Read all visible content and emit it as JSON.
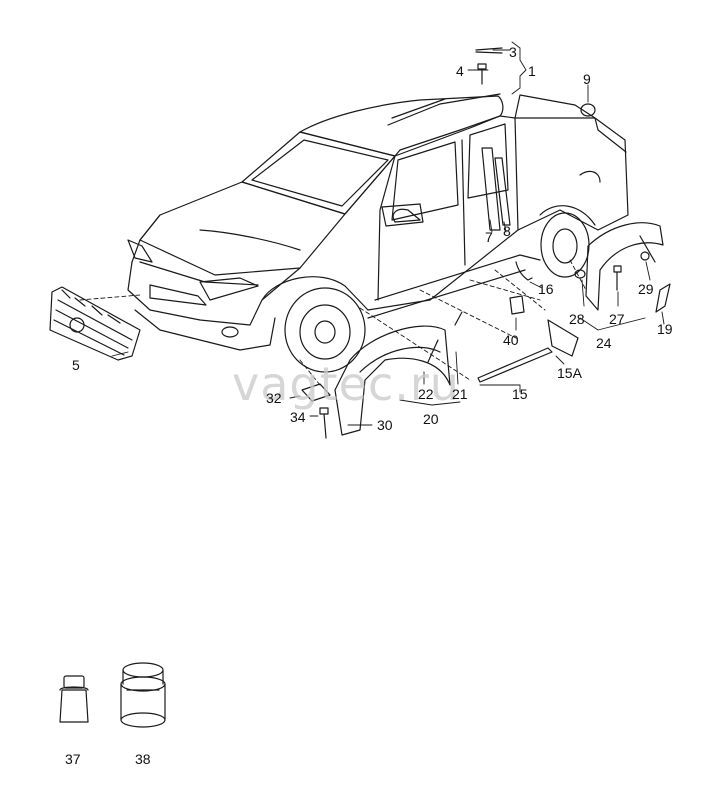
{
  "watermark": "vagtec.ru",
  "callouts": [
    "1",
    "3",
    "4",
    "9",
    "7",
    "8",
    "16",
    "28",
    "27",
    "29",
    "19",
    "24",
    "5",
    "40",
    "15A",
    "15",
    "22",
    "21",
    "20",
    "32",
    "34",
    "30",
    "37",
    "38"
  ],
  "colors": {
    "line": "#1a1a1a",
    "watermark": "#c9c9c9",
    "background": "#ffffff"
  }
}
